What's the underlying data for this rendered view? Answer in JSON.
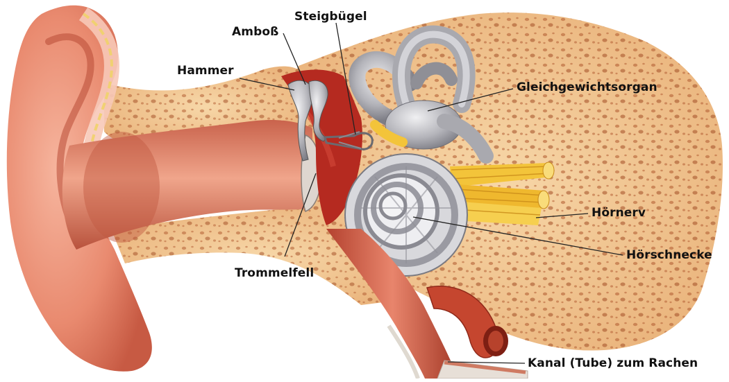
{
  "labels": {
    "amboss": "Amboß",
    "steigbuegel": "Steigbügel",
    "hammer": "Hammer",
    "gleichgewichtsorgan": "Gleichgewichtsorgan",
    "hoernerv": "Hörnerv",
    "hoerschnecke": "Hörschnecke",
    "trommelfell": "Trommelfell",
    "kanal": "Kanal (Tube) zum Rachen"
  },
  "colors": {
    "skin": "#e9876c",
    "skin_dark": "#c9553f",
    "canal": "#d97a62",
    "bone": "#f2c892",
    "bone_pore": "#b8663a",
    "middle_ear": "#b82a22",
    "inner_ear_grey": "#b9b9bd",
    "nerve": "#f3c43a",
    "leader": "#222222"
  }
}
